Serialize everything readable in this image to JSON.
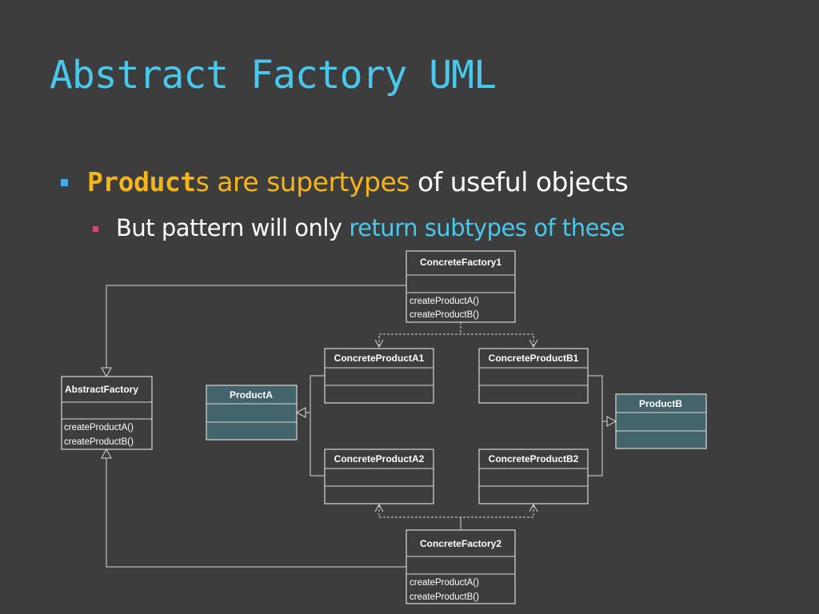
{
  "slide": {
    "title": "Abstract Factory UML",
    "bullet1": {
      "code": "Product",
      "suffix": "s are supertypes",
      "rest": " of useful objects"
    },
    "bullet2": {
      "plain": "But pattern will only ",
      "highlight": "return subtypes of these"
    }
  },
  "colors": {
    "background": "#3d3d3d",
    "title": "#49c8ee",
    "code_highlight": "#f5b417",
    "bullet1_marker": "#4aa8e8",
    "bullet2_marker": "#e0407c",
    "interface_fill": "#44646c"
  },
  "diagram": {
    "classes": {
      "concrete_factory1": {
        "name": "ConcreteFactory1",
        "ops": [
          "createProductA()",
          "createProductB()"
        ]
      },
      "concrete_factory2": {
        "name": "ConcreteFactory2",
        "ops": [
          "createProductA()",
          "createProductB()"
        ]
      },
      "abstract_factory": {
        "name": "AbstractFactory",
        "ops": [
          "createProductA()",
          "createProductB()"
        ]
      },
      "product_a": {
        "name": "ProductA"
      },
      "product_b": {
        "name": "ProductB"
      },
      "concrete_product_a1": {
        "name": "ConcreteProductA1"
      },
      "concrete_product_b1": {
        "name": "ConcreteProductB1"
      },
      "concrete_product_a2": {
        "name": "ConcreteProductA2"
      },
      "concrete_product_b2": {
        "name": "ConcreteProductB2"
      }
    },
    "relations": [
      {
        "from": "ConcreteFactory1",
        "to": "AbstractFactory",
        "kind": "generalization"
      },
      {
        "from": "ConcreteFactory2",
        "to": "AbstractFactory",
        "kind": "generalization"
      },
      {
        "from": "ConcreteFactory1",
        "to": "ConcreteProductA1",
        "kind": "dependency"
      },
      {
        "from": "ConcreteFactory1",
        "to": "ConcreteProductB1",
        "kind": "dependency"
      },
      {
        "from": "ConcreteFactory2",
        "to": "ConcreteProductA2",
        "kind": "dependency"
      },
      {
        "from": "ConcreteFactory2",
        "to": "ConcreteProductB2",
        "kind": "dependency"
      },
      {
        "from": "ConcreteProductA1",
        "to": "ProductA",
        "kind": "generalization"
      },
      {
        "from": "ConcreteProductA2",
        "to": "ProductA",
        "kind": "generalization"
      },
      {
        "from": "ConcreteProductB1",
        "to": "ProductB",
        "kind": "generalization"
      },
      {
        "from": "ConcreteProductB2",
        "to": "ProductB",
        "kind": "generalization"
      }
    ]
  }
}
